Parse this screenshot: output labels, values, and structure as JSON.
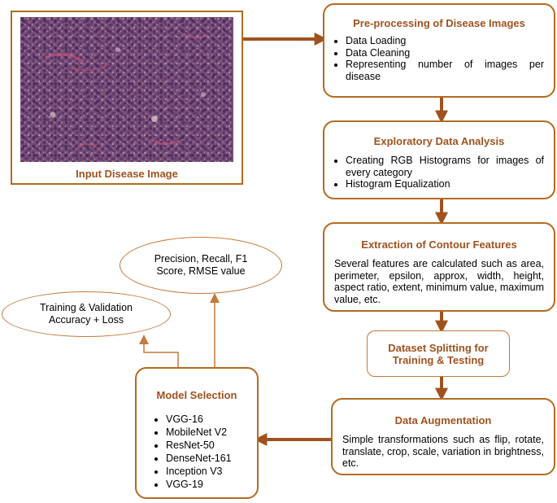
{
  "input": {
    "caption": "Input Disease Image",
    "image_icon": "histology-tissue-image"
  },
  "preprocessing": {
    "title": "Pre-processing of Disease Images",
    "items": [
      "Data Loading",
      "Data Cleaning",
      "Representing number of images per disease"
    ]
  },
  "eda": {
    "title": "Exploratory Data Analysis",
    "items": [
      "Creating RGB Histograms for images of every category",
      "Histogram Equalization"
    ]
  },
  "contour": {
    "title": "Extraction of Contour Features",
    "text": "Several features are calculated such as area, perimeter, epsilon, approx, width, height, aspect ratio, extent, minimum value, maximum value, etc."
  },
  "splitting": {
    "title": "Dataset Splitting for Training & Testing"
  },
  "augmentation": {
    "title": "Data Augmentation",
    "text": "Simple transformations such as flip, rotate, translate, crop, scale, variation in brightness, etc."
  },
  "model": {
    "title": "Model Selection",
    "items": [
      "VGG-16",
      "MobileNet V2",
      "ResNet-50",
      "DenseNet-161",
      "Inception V3",
      "VGG-19"
    ]
  },
  "outputs": {
    "metrics": "Precision, Recall, F1 Score, RMSE value",
    "training": "Training & Validation Accuracy + Loss"
  },
  "colors": {
    "border": "#b46a20",
    "title": "#a0521e",
    "arrow": "#a0521e",
    "thin_line": "#c47a3a"
  }
}
